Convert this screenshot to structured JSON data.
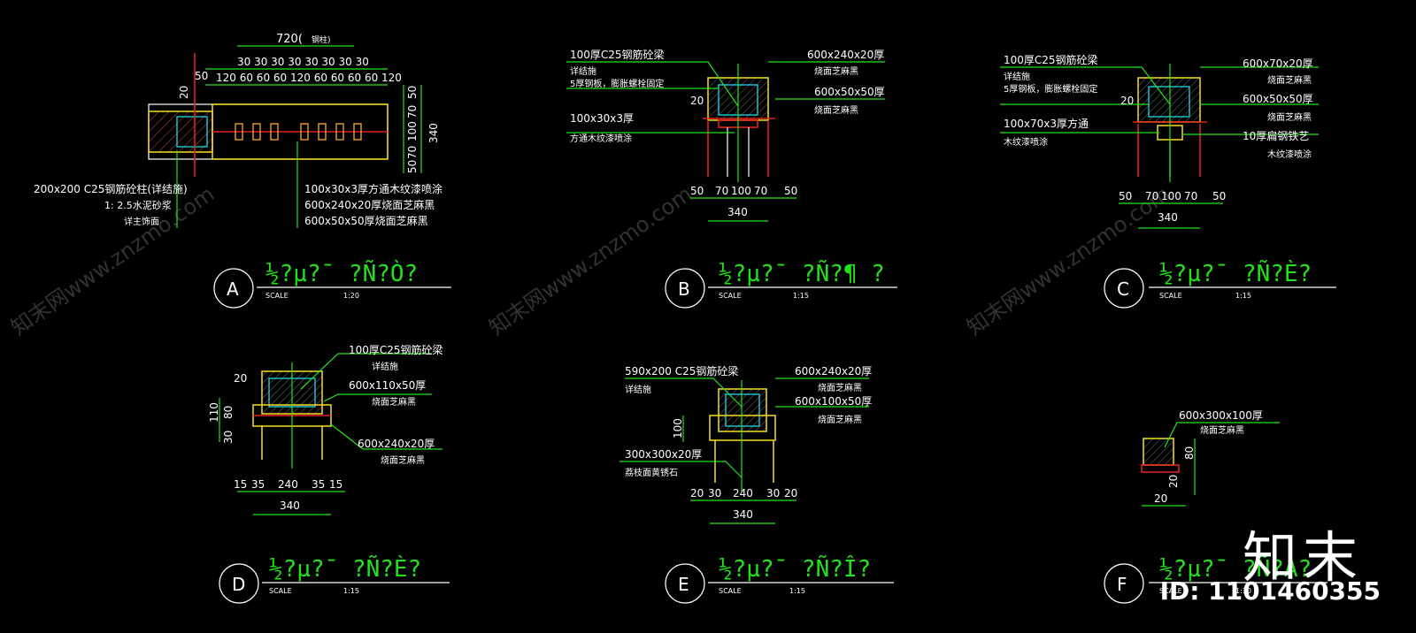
{
  "detail_A": {
    "dim_total": "720(",
    "dim_total_suffix": "钢柱)",
    "dims_top_row1": "30 30 30    30 30 30 30 30",
    "dims_top_row2": "120 60 60 60  120 60 60 60 60 120",
    "dim_50": "50",
    "dim_20": "20",
    "dims_right": [
      "50",
      "70",
      "100",
      "70",
      "50"
    ],
    "dim_340": "340",
    "labels_left": [
      "200x200  C25钢筋砼柱(详结施)",
      "1: 2.5水泥砂浆",
      "详主饰面"
    ],
    "labels_right": [
      "100x30x3厚方通木纹漆喷涂",
      "600x240x20厚烧面芝麻黑",
      "600x50x50厚烧面芝麻黑"
    ],
    "marker": "A",
    "title": "½?µ?ˉ ?Ñ?Ò?",
    "scale_label": "SCALE",
    "scale_value": "1:20"
  },
  "detail_B": {
    "labels_left": [
      "100厚C25钢筋砼梁",
      "详结施",
      "5厚钢板，膨胀螺栓固定",
      "20",
      "100x30x3厚",
      "方通木纹漆喷涂"
    ],
    "labels_right": [
      "600x240x20厚",
      "烧面芝麻黑",
      "600x50x50厚",
      "烧面芝麻黑"
    ],
    "dims_bottom": [
      "50",
      "70",
      "100",
      "70",
      "50"
    ],
    "dim_340": "340",
    "marker": "B",
    "title": "½?µ?ˉ ?Ñ?¶ ?",
    "scale_label": "SCALE",
    "scale_value": "1:15"
  },
  "detail_C": {
    "labels_left": [
      "100厚C25钢筋砼梁",
      "详结施",
      "5厚钢板，膨胀螺栓固定",
      "20",
      "100x70x3厚方通",
      "木纹漆喷涂"
    ],
    "labels_right": [
      "600x70x20厚",
      "烧面芝麻黑",
      "600x50x50厚",
      "烧面芝麻黑",
      "10厚扁钢铁艺",
      "木纹漆喷涂"
    ],
    "dims_bottom": [
      "50",
      "70",
      "100",
      "70",
      "50"
    ],
    "dim_340": "340",
    "marker": "C",
    "title": "½?µ?ˉ ?Ñ?È?",
    "scale_label": "SCALE",
    "scale_value": "1:15"
  },
  "detail_D": {
    "labels_right": [
      "100厚C25钢筋砼梁",
      "详结施",
      "600x110x50厚",
      "烧面芝麻黑",
      "600x240x20厚",
      "烧面芝麻黑"
    ],
    "dims_left": [
      "20",
      "110",
      "80",
      "30"
    ],
    "dims_bottom": [
      "15",
      "35",
      "240",
      "35",
      "15"
    ],
    "dim_340": "340",
    "marker": "D",
    "title": "½?µ?ˉ ?Ñ?È?",
    "scale_label": "SCALE",
    "scale_value": "1:15"
  },
  "detail_E": {
    "labels_left": [
      "590x200  C25钢筋砼梁",
      "详结施",
      "300x300x20厚",
      "荔枝面黄锈石"
    ],
    "labels_right": [
      "600x240x20厚",
      "烧面芝麻黑",
      "600x100x50厚",
      "烧面芝麻黑"
    ],
    "dim_100": "100",
    "dims_bottom": [
      "20",
      "30",
      "240",
      "30",
      "20"
    ],
    "dim_340": "340",
    "marker": "E",
    "title": "½?µ?ˉ ?Ñ?Î?",
    "scale_label": "SCALE",
    "scale_value": "1:15"
  },
  "detail_F": {
    "labels_right": [
      "600x300x100厚",
      "烧面芝麻黑"
    ],
    "dims_right": [
      "80",
      "20"
    ],
    "dim_bottom": "20",
    "marker": "F",
    "title": "½?µ?ˉ ?Ñ?À?",
    "scale_label": "SCALE",
    "scale_value": "1:10"
  },
  "watermark": "知末网www.znzmo.com",
  "brand": "知末",
  "brand_id": "ID: 1101460355",
  "colors": {
    "background": "#000000",
    "annotation_green": "#22e31a",
    "outline_white": "#ffffff",
    "finish_yellow": "#e8d020",
    "steel_red": "#e02020",
    "concrete_cyan": "#20c8d8"
  }
}
